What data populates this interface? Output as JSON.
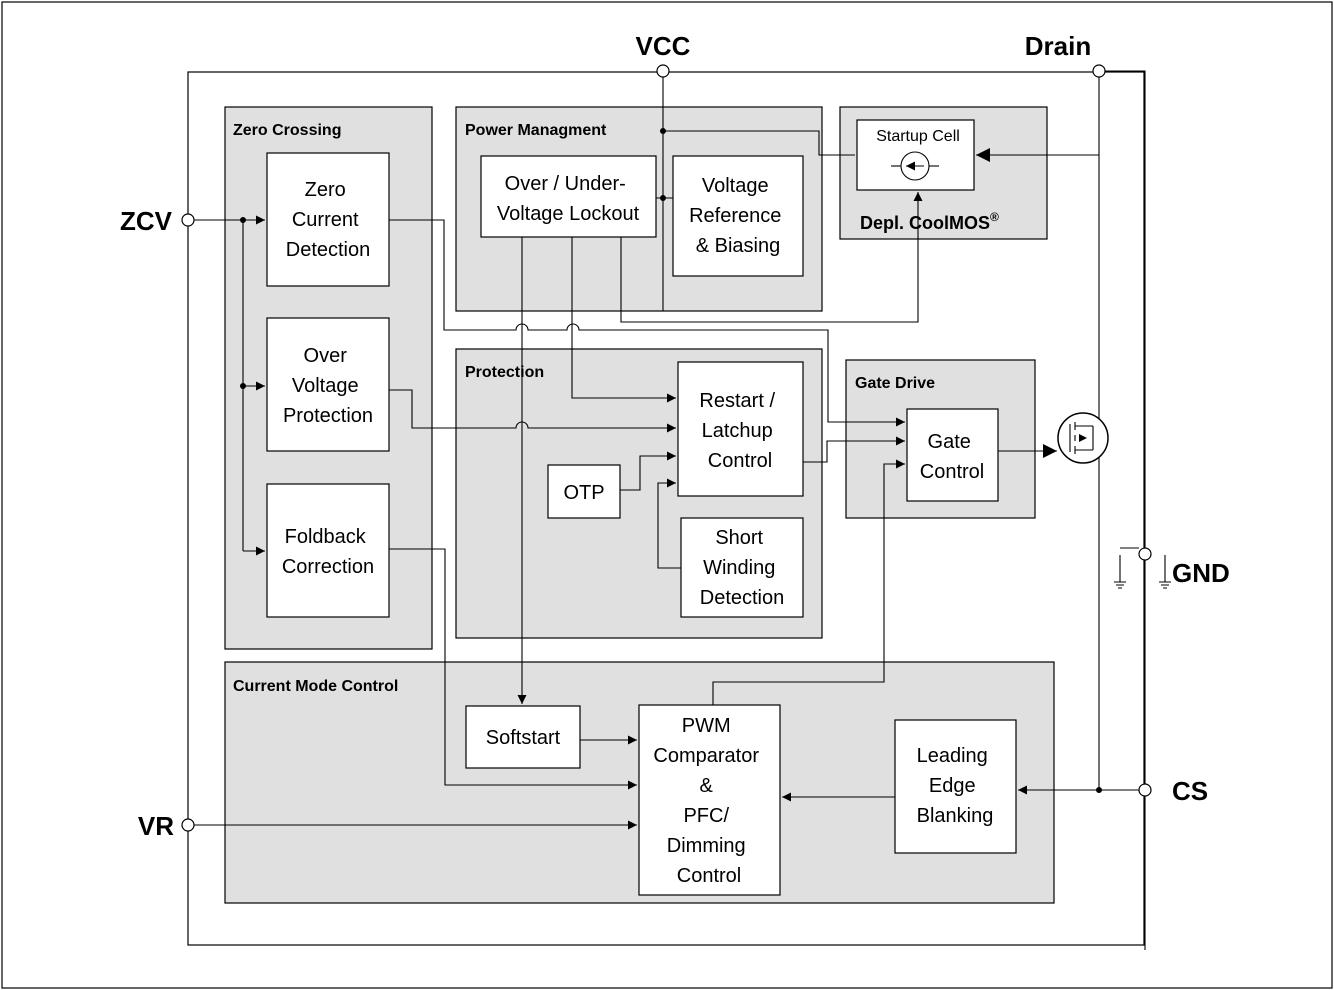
{
  "pins": {
    "vcc": "VCC",
    "drain": "Drain",
    "zcv": "ZCV",
    "gnd": "GND",
    "cs": "CS",
    "vr": "VR"
  },
  "groups": {
    "zero_crossing": "Zero Crossing",
    "power_management": "Power Managment",
    "protection": "Protection",
    "gate_drive": "Gate Drive",
    "current_mode_control": "Current Mode Control",
    "depl_coolmos": "Depl. CoolMOS",
    "depl_coolmos_mark": "®"
  },
  "blocks": {
    "zero_current_detection": [
      "Zero",
      "Current",
      "Detection"
    ],
    "over_voltage_protection": [
      "Over",
      "Voltage",
      "Protection"
    ],
    "foldback_correction": [
      "Foldback",
      "Correction"
    ],
    "uvlo": [
      "Over / Under-",
      "Voltage Lockout"
    ],
    "voltage_reference": [
      "Voltage",
      "Reference",
      "& Biasing"
    ],
    "startup_cell": "Startup Cell",
    "restart_latchup": [
      "Restart /",
      "Latchup",
      "Control"
    ],
    "otp": "OTP",
    "short_winding": [
      "Short",
      "Winding",
      "Detection"
    ],
    "gate_control": [
      "Gate",
      "Control"
    ],
    "softstart": "Softstart",
    "pwm": [
      "PWM",
      "Comparator",
      "&",
      "PFC/",
      "Dimming",
      "Control"
    ],
    "leading_edge": [
      "Leading",
      "Edge",
      "Blanking"
    ]
  }
}
